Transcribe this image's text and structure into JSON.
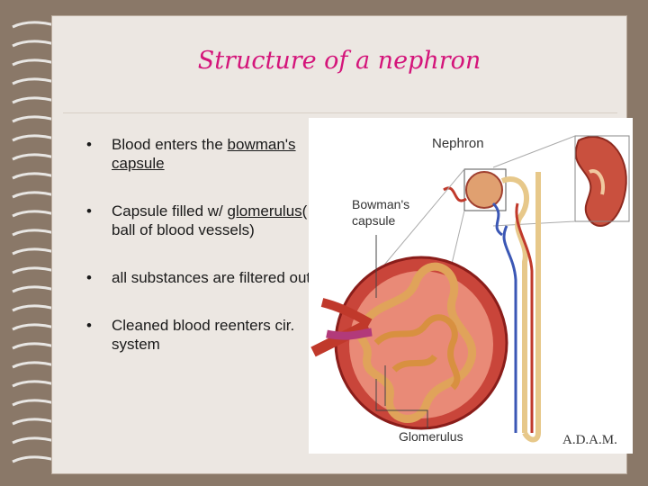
{
  "slide": {
    "title": "Structure of a nephron",
    "bullets": [
      {
        "pre": "Blood enters the ",
        "link": "bowman's capsule",
        "post": ""
      },
      {
        "pre": "Capsule filled w/ ",
        "link": "glomerulus",
        "post": "( ball of blood vessels)"
      },
      {
        "pre": "all substances are filtered out",
        "link": "",
        "post": ""
      },
      {
        "pre": "Cleaned blood reenters cir. system",
        "link": "",
        "post": ""
      }
    ]
  },
  "figure": {
    "label_nephron": "Nephron",
    "label_bowman_line1": "Bowman's",
    "label_bowman_line2": "capsule",
    "label_glomerulus": "Glomerulus",
    "credit": "A.D.A.M."
  },
  "colors": {
    "title": "#d4147a",
    "frame": "#8a7868",
    "slide": "#ece7e2"
  }
}
